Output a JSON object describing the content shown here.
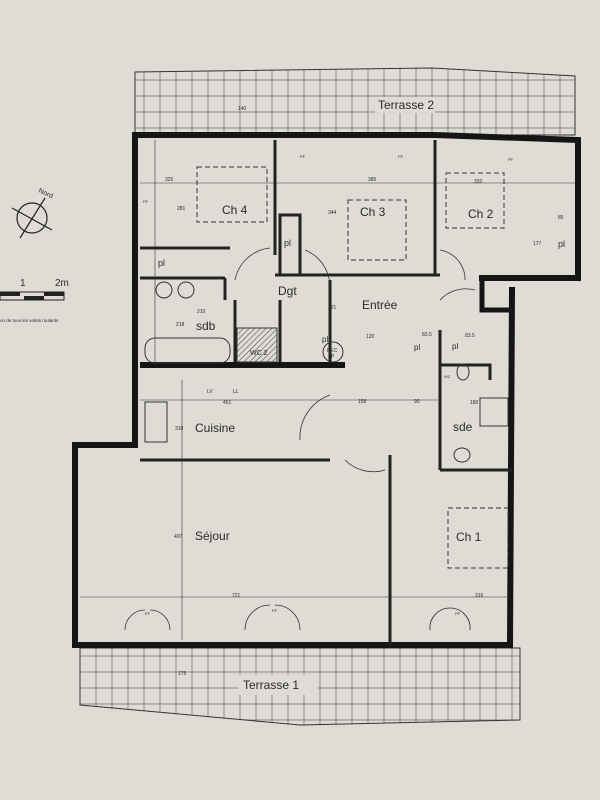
{
  "compass": {
    "label": "Nord"
  },
  "scale_bar": {
    "ticks": [
      "1",
      "2m"
    ]
  },
  "note": "on de tous les volets roulants",
  "rooms": {
    "terrasse2": "Terrasse 2",
    "ch4": "Ch 4",
    "ch3": "Ch 3",
    "ch2": "Ch 2",
    "dgt": "Dgt",
    "entree": "Entrée",
    "sdb": "sdb",
    "wc2": "WC 2",
    "cuisine": "Cuisine",
    "sejour": "Séjour",
    "sde": "sde",
    "ch1": "Ch 1",
    "terrasse1": "Terrasse 1"
  },
  "fixtures": {
    "pl": "pl",
    "bec": "BEC",
    "bec_p": "P",
    "lv": "LV",
    "ll": "LL",
    "pf": "PF",
    "wc": "WC"
  },
  "dimensions": {
    "ch4_width": "325",
    "ch3_width": "385",
    "ch2_width": "332",
    "ch4_depth": "281",
    "ch3_depth": "344",
    "ch2_depth": "177",
    "closet_ch2": "85",
    "sdb_width": "210",
    "sdb_depth": "218",
    "entree_depth": "121",
    "entree_width": "120",
    "pl_1": "83.5",
    "pl_2": "83.5",
    "cuisine_width": "451",
    "hall_width": "158",
    "hall_2": "90",
    "sde_width": "180",
    "cuisine_depth": "310",
    "sejour_depth": "407",
    "sejour_width": "721",
    "ch1_width": "316",
    "terrasse1_depth": "175",
    "terrasse2_depth": "140"
  },
  "colors": {
    "paper": "#dedcd5",
    "wall": "#151515",
    "line": "#3a3a3a",
    "hatch": "#555555"
  }
}
